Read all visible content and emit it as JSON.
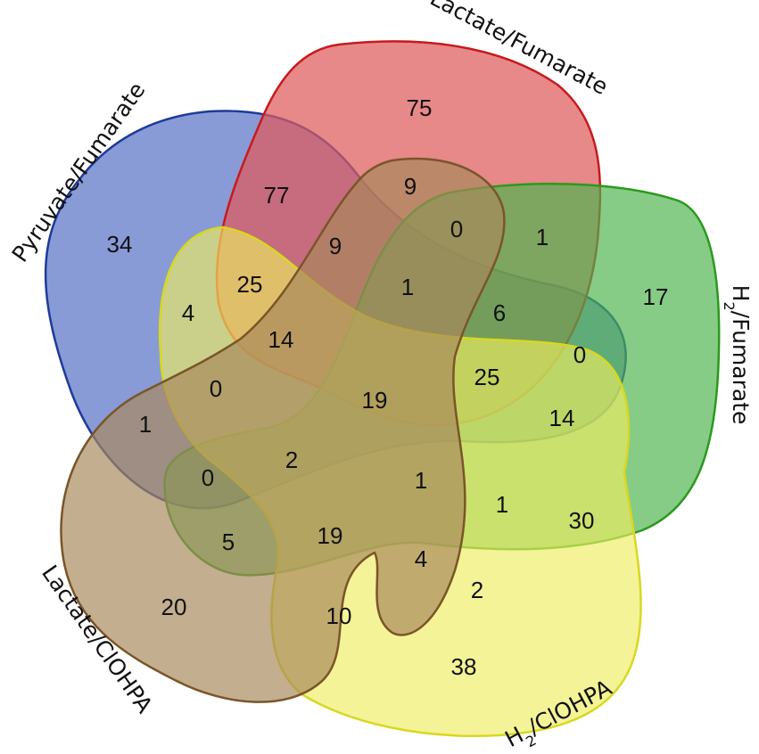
{
  "sets": [
    {
      "id": "pyruvate",
      "label": "Pyruvate/Fumarate",
      "fill": "#5a74c8",
      "stroke": "#1f3a9a"
    },
    {
      "id": "lactate-fum",
      "label": "Lactate/Fumarate",
      "fill": "#de5a5c",
      "stroke": "#c81a1e"
    },
    {
      "id": "h2-fum",
      "label_main": "H",
      "label_sub": "2",
      "label_rest": "/Fumarate",
      "fill": "#4cb44c",
      "stroke": "#2a9a1c"
    },
    {
      "id": "h2-clohpa",
      "label_main": "H",
      "label_sub": "2",
      "label_rest": "/ClOHPA",
      "fill": "#eeec60",
      "stroke": "#d8d820"
    },
    {
      "id": "lactate-clohpa",
      "label": "Lactate/ClOHPA",
      "fill": "#a8875c",
      "stroke": "#7a5528"
    }
  ],
  "regions": [
    "75",
    "77",
    "9",
    "0",
    "1",
    "17",
    "34",
    "4",
    "25",
    "9",
    "1",
    "6",
    "0",
    "14",
    "0",
    "1",
    "19",
    "25",
    "14",
    "0",
    "2",
    "1",
    "5",
    "19",
    "1",
    "30",
    "20",
    "10",
    "4",
    "2",
    "38"
  ]
}
